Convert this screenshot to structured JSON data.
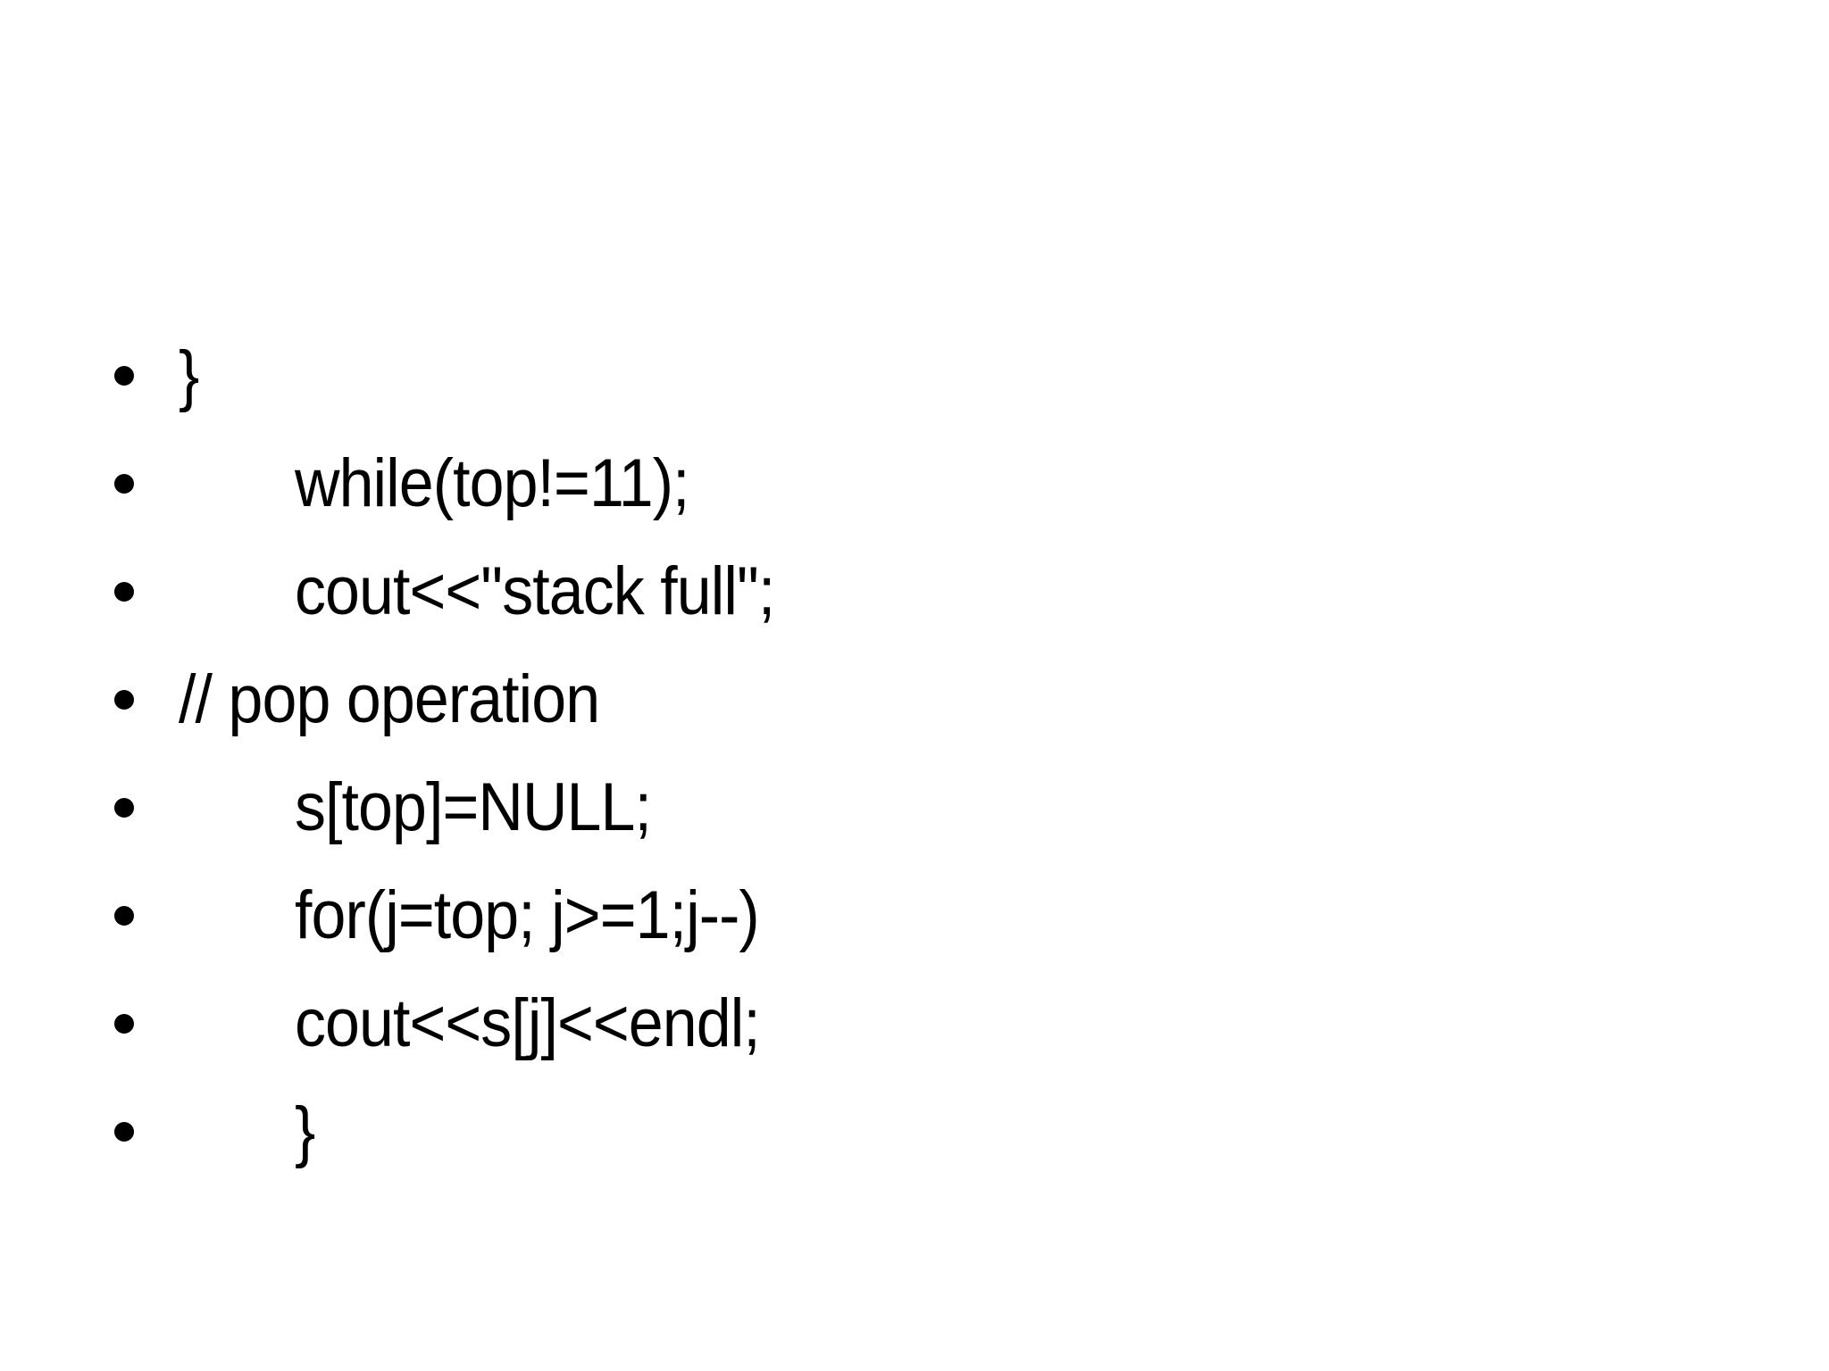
{
  "slide": {
    "background": "#ffffff",
    "text_color": "#000000",
    "bullets": [
      {
        "text": "}",
        "indent": 0
      },
      {
        "text": "while(top!=11);",
        "indent": 1
      },
      {
        "text": "cout<<\"stack full\";",
        "indent": 1
      },
      {
        "text": "// pop operation",
        "indent": 0
      },
      {
        "text": "s[top]=NULL;",
        "indent": 1
      },
      {
        "text": "for(j=top; j>=1;j--)",
        "indent": 1
      },
      {
        "text": "cout<<s[j]<<endl;",
        "indent": 1
      },
      {
        "text": "}",
        "indent": 1
      }
    ]
  }
}
